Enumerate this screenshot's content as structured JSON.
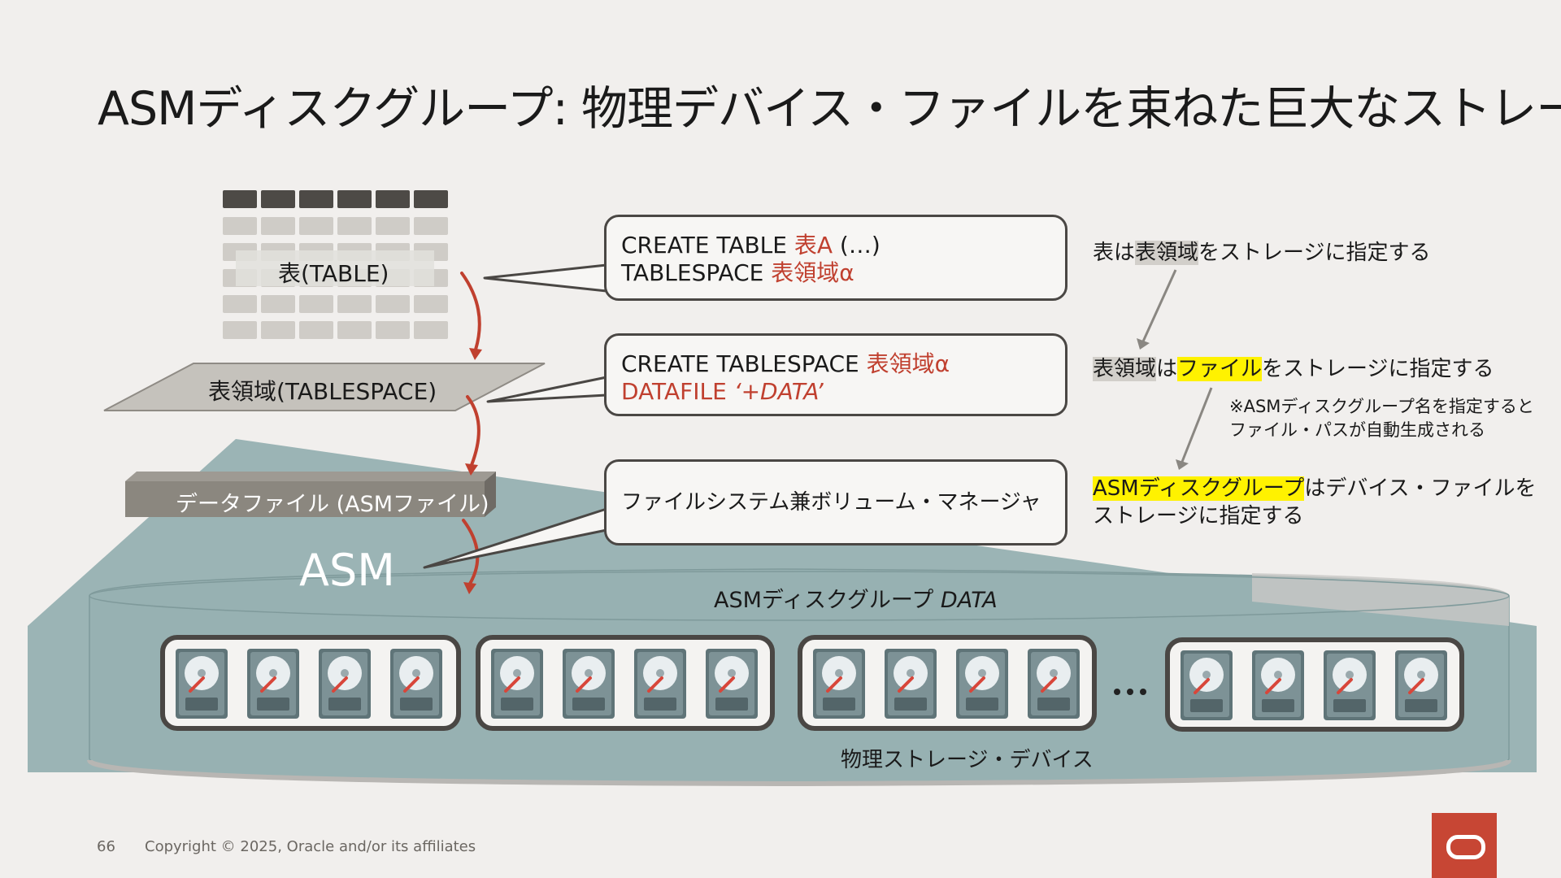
{
  "title": "ASMディスクグループ: 物理デバイス・ファイルを束ねた巨大なストレージ",
  "left": {
    "table_label": "表(TABLE)",
    "tablespace_label": "表領域(TABLESPACE)",
    "datafile_label": "データファイル (ASMファイル)",
    "asm_label": "ASM"
  },
  "callouts": {
    "create_table": {
      "line1_prefix": "CREATE TABLE ",
      "line1_name": "表A",
      "line1_suffix": " (…)",
      "line2_prefix": "TABLESPACE ",
      "line2_name": "表領域α"
    },
    "create_tablespace": {
      "line1_prefix": "CREATE TABLESPACE ",
      "line1_name": "表領域α",
      "line2_prefix": "DATAFILE ",
      "line2_name": "‘+DATA’"
    },
    "asm_desc": {
      "text": "ファイルシステム兼ボリューム・マネージャ"
    }
  },
  "notes": {
    "n1": {
      "subject": "表は",
      "highlight": "表領域",
      "rest": "をストレージに指定する"
    },
    "n2": {
      "highlight1": "表領域",
      "mid": "は",
      "highlight2": "ファイル",
      "rest": "をストレージに指定する"
    },
    "n2_sub": {
      "line1": "※ASMディスクグループ名を指定すると",
      "line2": "ファイル・パスが自動生成される"
    },
    "n3": {
      "highlight": "ASMディスクグループ",
      "rest1": "はデバイス・ファイルを",
      "line2": "ストレージに指定する"
    }
  },
  "diskgroup": {
    "label_prefix": "ASMディスクグループ ",
    "label_name": "DATA",
    "ellipsis": "…",
    "devices_label": "物理ストレージ・デバイス"
  },
  "footer": {
    "page_number": "66",
    "copyright": "Copyright © 2025, Oracle and/or its affiliates"
  },
  "colors": {
    "accent_red": "#c0402f",
    "teal": "#9bb4b5",
    "highlight_yellow": "#fff200",
    "oracle_red": "#c74634"
  },
  "icons": {
    "disk": "hard-disk-icon",
    "logo": "oracle-logo-icon"
  }
}
